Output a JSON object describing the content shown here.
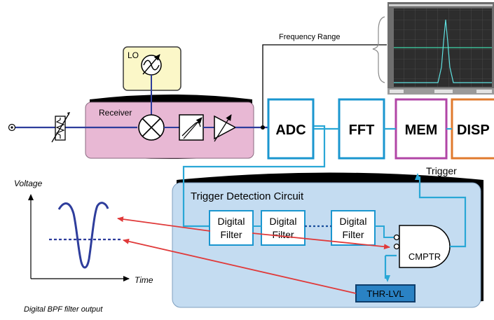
{
  "lo": {
    "label": "LO"
  },
  "receiver": {
    "label": "Receiver"
  },
  "blocks": {
    "adc": "ADC",
    "fft": "FFT",
    "mem": "MEM",
    "disp": "DISP"
  },
  "frequency_range_label": "Frequency Range",
  "trigger_label": "Trigger",
  "trigger_circuit": {
    "title": "Trigger Detection Circuit",
    "filter_line1": "Digital",
    "filter_line2": "Filter",
    "comparator": "CMPTR",
    "threshold": "THR-LVL"
  },
  "plot": {
    "ylabel": "Voltage",
    "xlabel": "Time",
    "caption": "Digital BPF filter output"
  },
  "colors": {
    "signal": "#2e3d9c",
    "cyan": "#2aa7d6",
    "block_border": "#1a96cf",
    "mem_border": "#b145a6",
    "disp_border": "#e07a2d",
    "receiver_fill": "#e8b8d4",
    "lo_fill": "#fbf7c8",
    "trigger_fill": "#c4dcf1",
    "red_arrow": "#e03a3a"
  }
}
